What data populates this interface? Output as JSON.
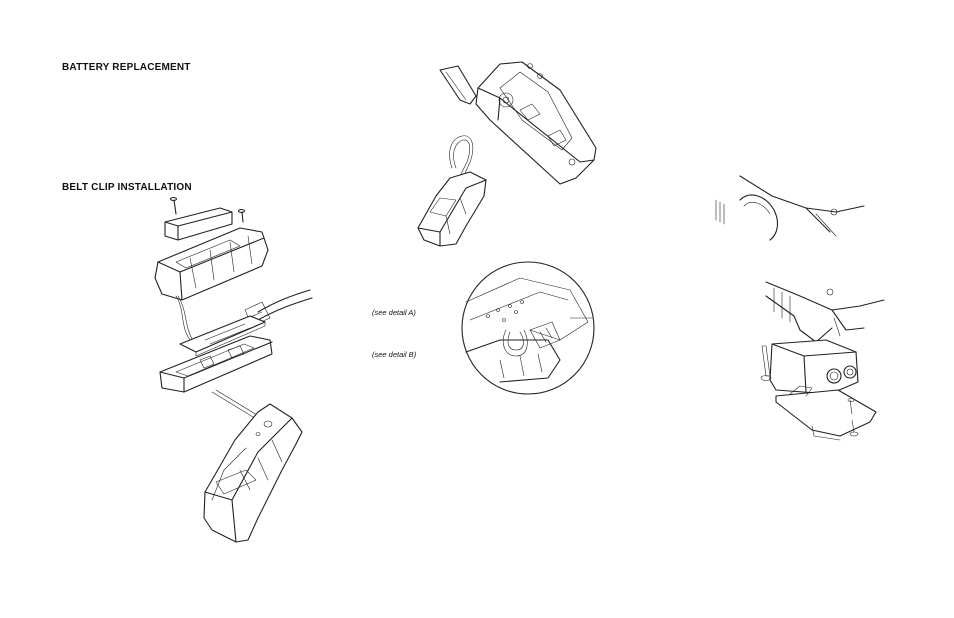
{
  "sections": {
    "battery_replacement": "BATTERY REPLACEMENT",
    "belt_clip_installation": "BELT CLIP INSTALLATION"
  },
  "notes": {
    "detail_a": "(see detail A)",
    "detail_b": "(see detail B)"
  }
}
